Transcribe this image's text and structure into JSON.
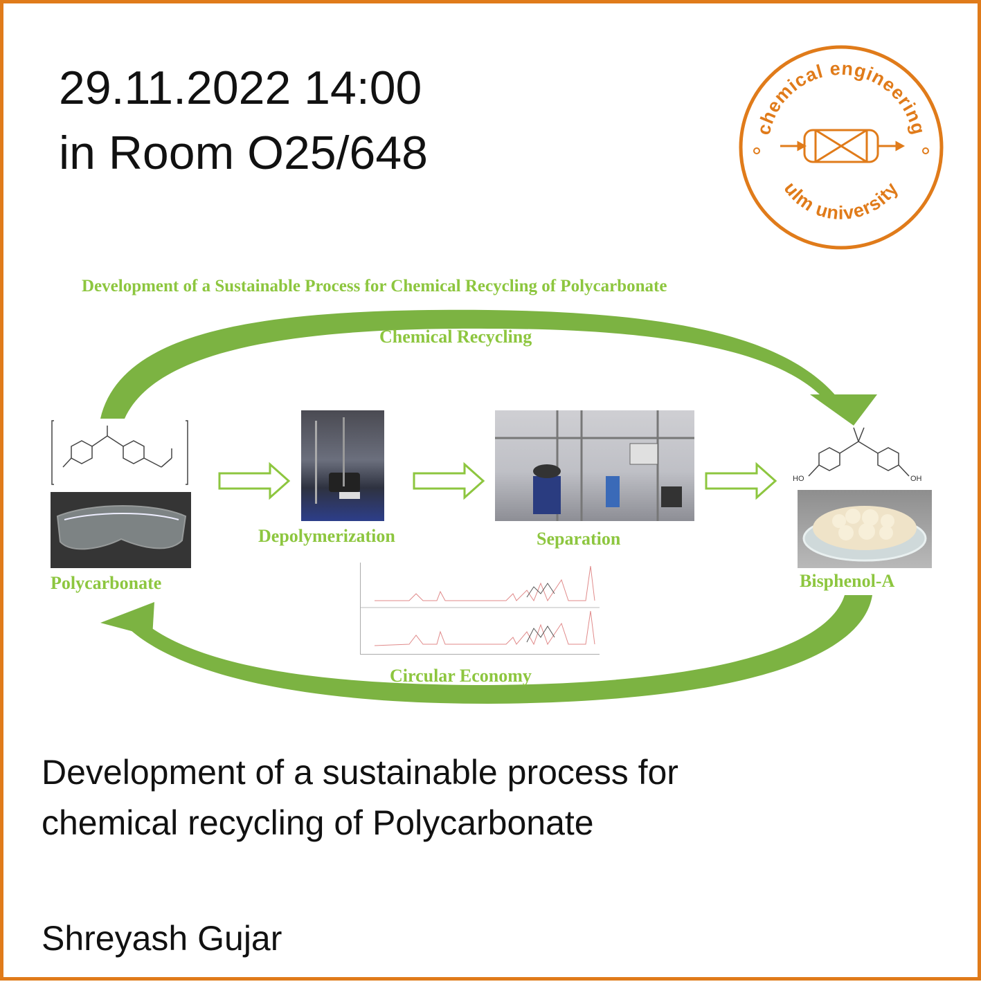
{
  "event": {
    "datetime": "29.11.2022 14:00",
    "room": "in Room O25/648"
  },
  "logo": {
    "top_text": "chemical engineering",
    "bottom_text": "ulm university",
    "color": "#e07b1a"
  },
  "figure": {
    "title": "Development of a Sustainable Process for Chemical Recycling of Polycarbonate",
    "top_arrow_label": "Chemical Recycling",
    "bottom_arrow_label": "Circular Economy",
    "steps": {
      "start": "Polycarbonate",
      "step1": "Depolymerization",
      "step2": "Separation",
      "end": "Bisphenol-A"
    },
    "green": "#8dc63f"
  },
  "talk": {
    "title_line1": "Development of a sustainable process for",
    "title_line2": "chemical recycling of Polycarbonate",
    "speaker": "Shreyash Gujar"
  },
  "colors": {
    "border": "#e07b1a"
  }
}
